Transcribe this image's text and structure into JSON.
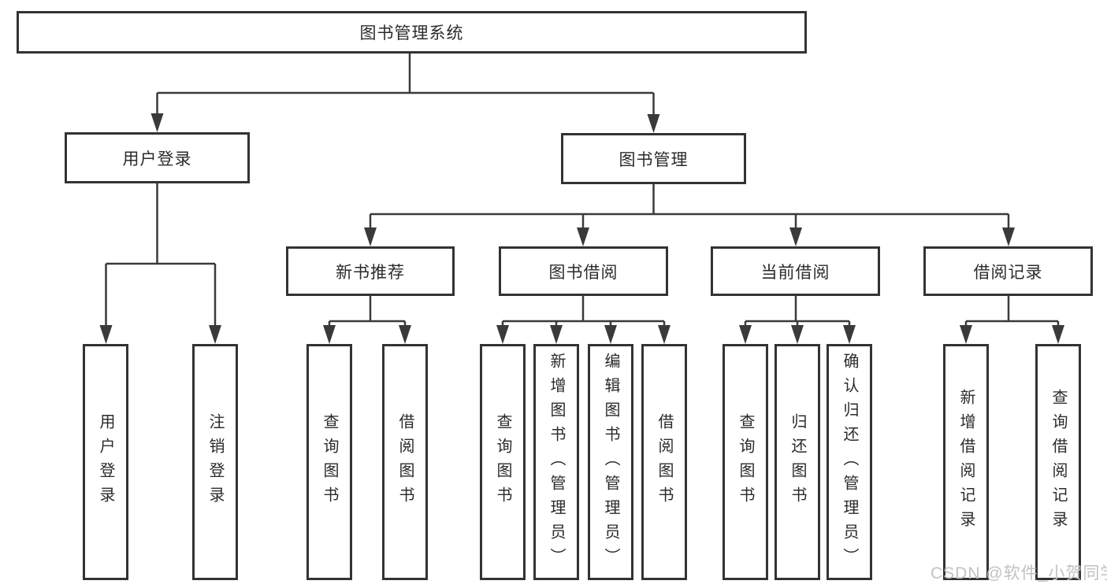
{
  "tree": {
    "label": "图书管理系统",
    "children": [
      {
        "label": "用户登录",
        "children": [
          {
            "label": "用户登录"
          },
          {
            "label": "注销登录"
          }
        ]
      },
      {
        "label": "图书管理",
        "children": [
          {
            "label": "新书推荐",
            "children": [
              {
                "label": "查询图书"
              },
              {
                "label": "借阅图书"
              }
            ]
          },
          {
            "label": "图书借阅",
            "children": [
              {
                "label": "查询图书"
              },
              {
                "label": "新增图书（管理员）"
              },
              {
                "label": "编辑图书（管理员）"
              },
              {
                "label": "借阅图书"
              }
            ]
          },
          {
            "label": "当前借阅",
            "children": [
              {
                "label": "查询图书"
              },
              {
                "label": "归还图书"
              },
              {
                "label": "确认归还（管理员）"
              }
            ]
          },
          {
            "label": "借阅记录",
            "children": [
              {
                "label": "新增借阅记录"
              },
              {
                "label": "查询借阅记录"
              }
            ]
          }
        ]
      }
    ]
  },
  "watermark": {
    "text": "CSDN @软件_小贺同学"
  },
  "colors": {
    "line": "#3a3a3a",
    "box_border": "#333333",
    "text": "#2b2b2b",
    "watermark_text": "#c2c2c2",
    "background": "#ffffff"
  }
}
